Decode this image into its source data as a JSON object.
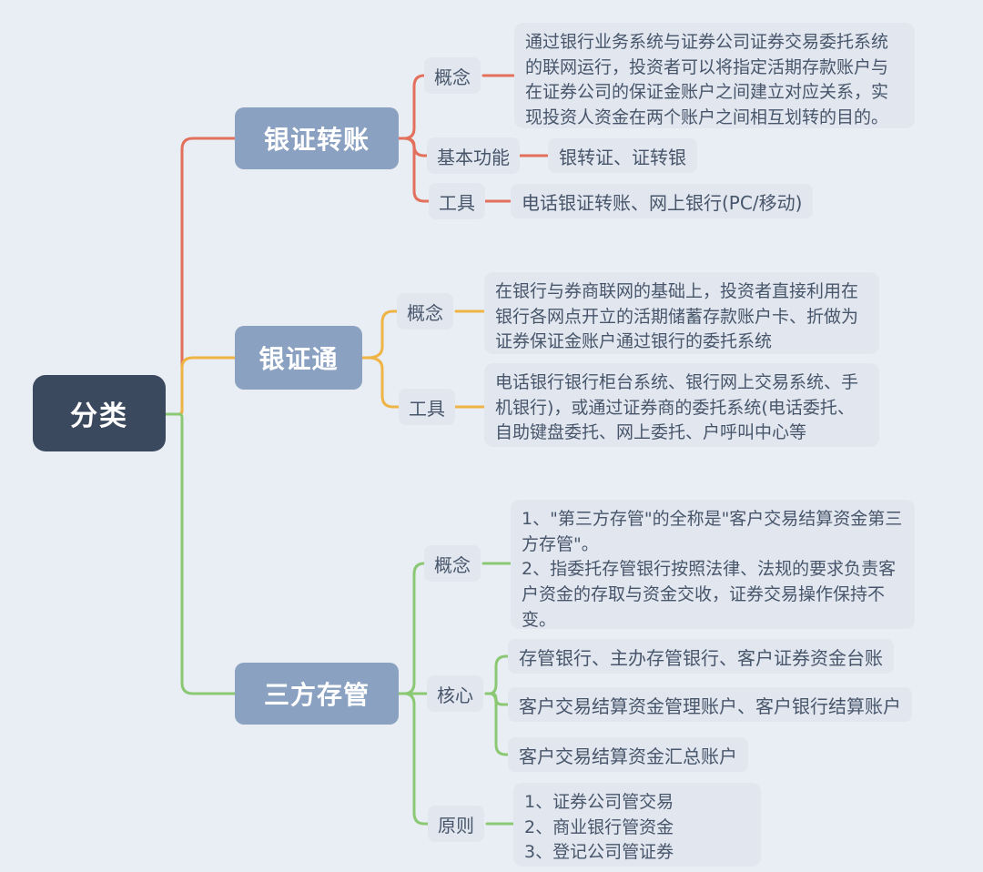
{
  "diagram_title": "分类",
  "colors": {
    "background": "#e8eef3",
    "root_node": "#3a495d",
    "branch_node": "#8ba1c1",
    "leaf_box": "#e2e6ee",
    "text": "#47566b",
    "branch1_line": "#e2705c",
    "branch2_line": "#efb446",
    "branch3_line": "#8bc873"
  },
  "root": {
    "label": "分类"
  },
  "branches": [
    {
      "label": "银证转账",
      "line_color": "#e2705c",
      "children": [
        {
          "label": "概念",
          "content": [
            "通过银行业务系统与证券公司证券交易委托系统的联网运行，投资者可以将指定活期存款账户与在证券公司的保证金账户之间建立对应关系，实现投资人资金在两个账户之间相互划转的目的。"
          ]
        },
        {
          "label": "基本功能",
          "content": [
            "银转证、证转银"
          ]
        },
        {
          "label": "工具",
          "content": [
            "电话银证转账、网上银行(PC/移动)"
          ]
        }
      ]
    },
    {
      "label": "银证通",
      "line_color": "#efb446",
      "children": [
        {
          "label": "概念",
          "content": [
            "在银行与券商联网的基础上，投资者直接利用在银行各网点开立的活期储蓄存款账户卡、折做为证券保证金账户通过银行的委托系统"
          ]
        },
        {
          "label": "工具",
          "content": [
            "电话银行银行柜台系统、银行网上交易系统、手机银行)，或通过证券商的委托系统(电话委托、自助键盘委托、网上委托、户呼叫中心等"
          ]
        }
      ]
    },
    {
      "label": "三方存管",
      "line_color": "#8bc873",
      "children": [
        {
          "label": "概念",
          "content": [
            "1、\"第三方存管\"的全称是\"客户交易结算资金第三方存管\"。\n2、指委托存管银行按照法律、法规的要求负责客户资金的存取与资金交收，证券交易操作保持不变。"
          ]
        },
        {
          "label": "核心",
          "content": [
            "存管银行、主办存管银行、客户证券资金台账",
            "客户交易结算资金管理账户、客户银行结算账户",
            "客户交易结算资金汇总账户"
          ]
        },
        {
          "label": "原则",
          "content": [
            "1、证券公司管交易\n2、商业银行管资金\n3、登记公司管证券"
          ]
        }
      ]
    }
  ]
}
